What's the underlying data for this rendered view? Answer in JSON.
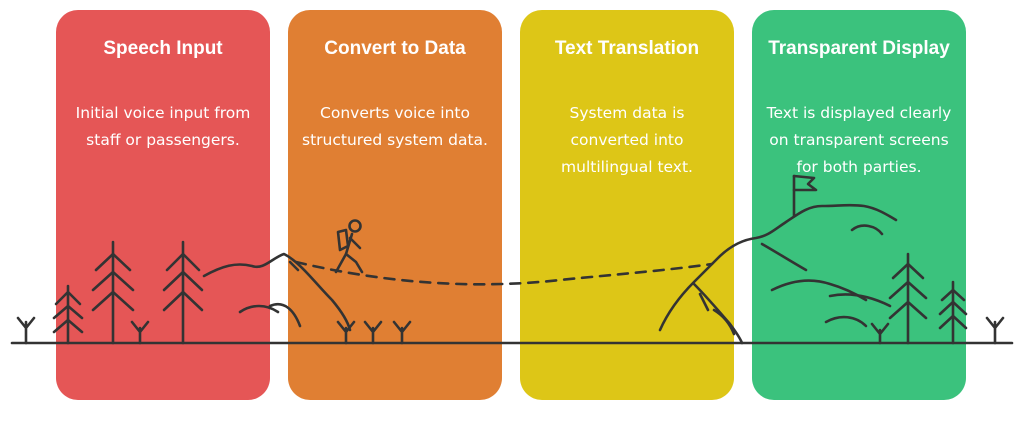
{
  "colors": {
    "stage_1": "#e55656",
    "stage_2": "#e07f33",
    "stage_3": "#ddc617",
    "stage_4": "#3bc27d",
    "line": "#333333"
  },
  "stages": [
    {
      "title": "Speech Input",
      "description": "Initial voice input from\nstaff or passengers."
    },
    {
      "title": "Convert to Data",
      "description": "Converts voice into\nstructured system data."
    },
    {
      "title": "Text Translation",
      "description": "System data is\nconverted into\nmultilingual text."
    },
    {
      "title": "Transparent Display",
      "description": "Text is displayed clearly\non transparent screens\nfor both parties."
    }
  ],
  "icons": [
    "pine-tree-icon",
    "hiker-icon",
    "mountain-icon",
    "summit-flag-icon",
    "grass-sprout-icon"
  ]
}
